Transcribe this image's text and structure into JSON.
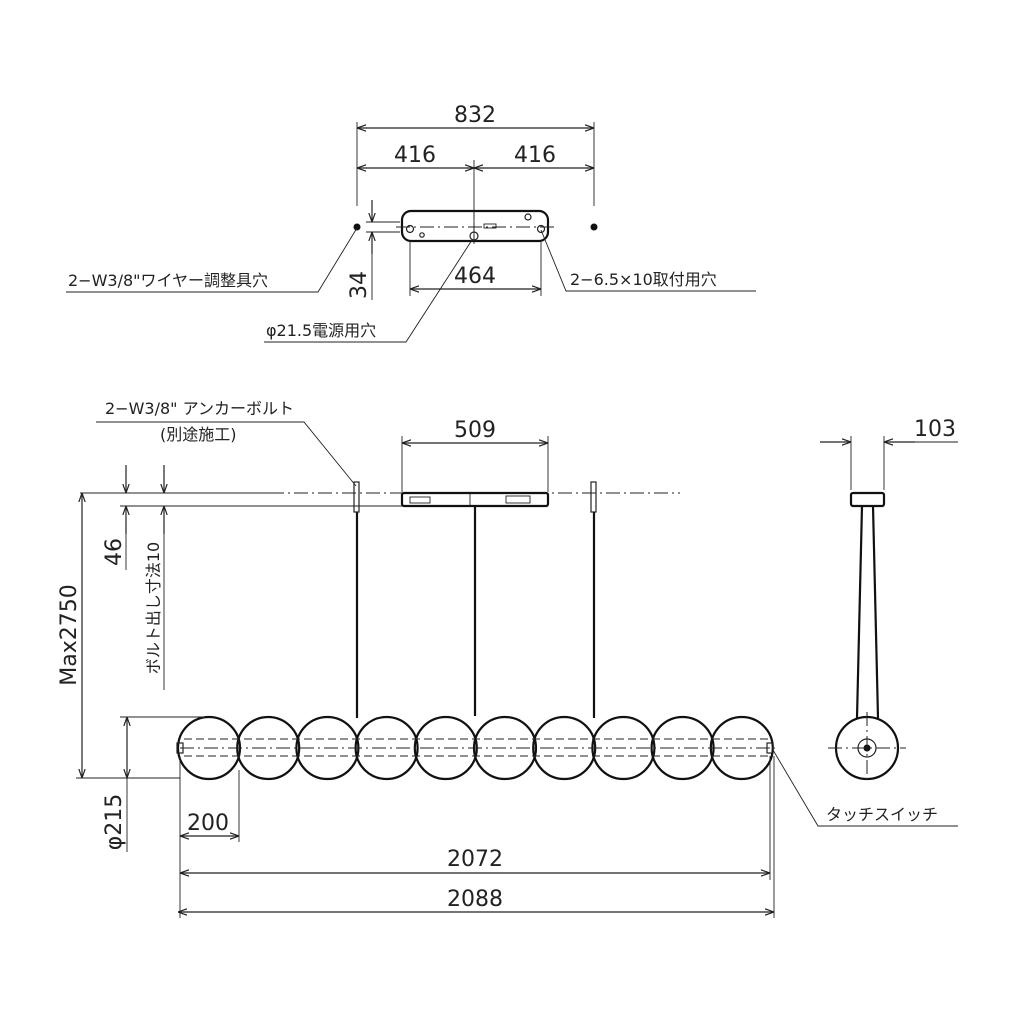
{
  "top_view": {
    "dim_overall": "832",
    "dim_left_half": "416",
    "dim_right_half": "416",
    "dim_base_width": "464",
    "dim_depth": "34",
    "note_wire_adjust_hole": "2−W3/8\"ワイヤー調整具穴",
    "note_mount_hole": "2−6.5×10取付用穴",
    "note_power_hole": "φ21.5電源用穴"
  },
  "front_view": {
    "note_anchor_bolt": "2−W3/8\" アンカーボルト",
    "note_anchor_bolt_sub": "(別途施工)",
    "dim_canopy_width": "509",
    "dim_canopy_height": "46",
    "note_bolt_projection": "ボルト出し寸法10",
    "dim_max_length": "Max2750",
    "dim_globe_diameter": "φ215",
    "dim_globe_pitch": "200",
    "dim_length_inner": "2072",
    "dim_length_overall": "2088",
    "note_touch_switch": "タッチスイッチ",
    "globe_count": 10
  },
  "side_view": {
    "dim_canopy_depth": "103"
  }
}
